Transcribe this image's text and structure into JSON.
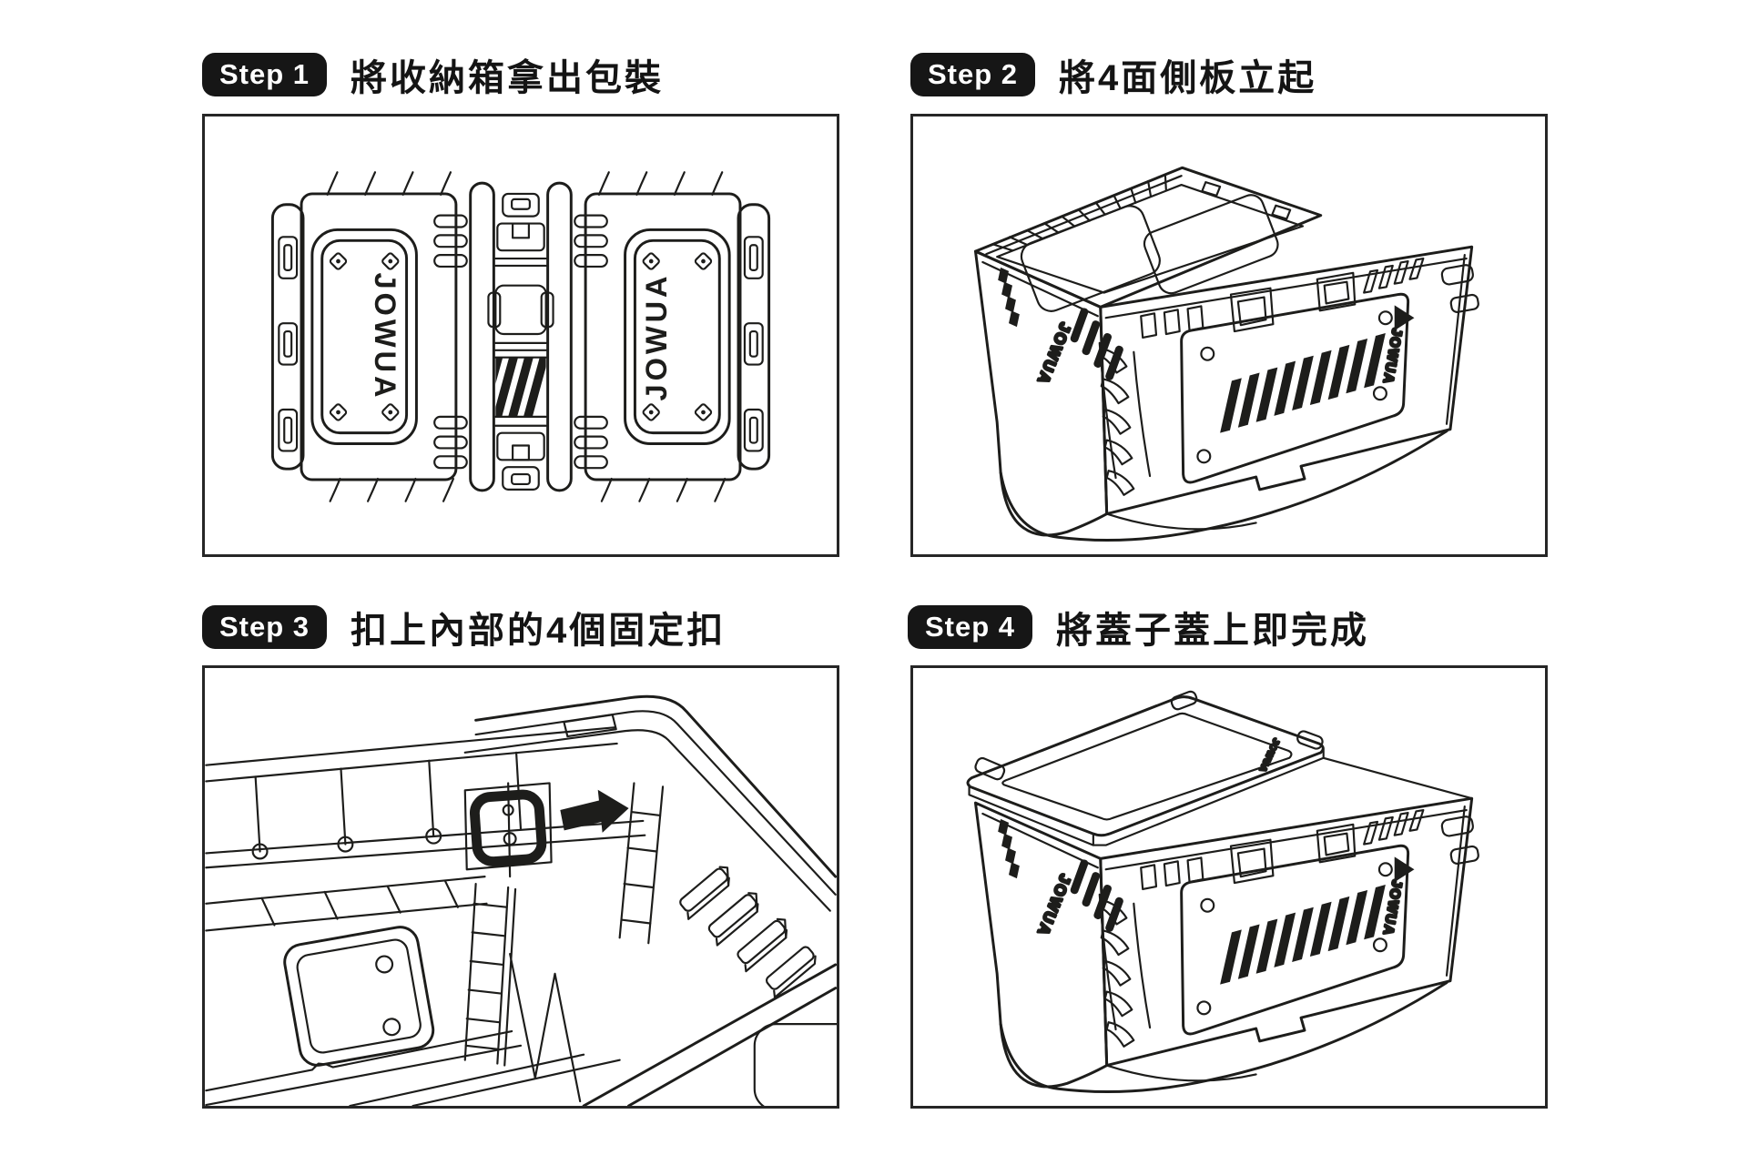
{
  "colors": {
    "background": "#ffffff",
    "ink": "#1d1d1b",
    "badge_background": "#161616",
    "badge_text": "#ffffff"
  },
  "brand": "JOWUA",
  "steps": [
    {
      "badge": "Step 1",
      "title": "將收納箱拿出包裝",
      "illustration": "folded-box-top-view"
    },
    {
      "badge": "Step 2",
      "title": "將4面側板立起",
      "illustration": "box-sides-raised-isometric"
    },
    {
      "badge": "Step 3",
      "title": "扣上內部的4個固定扣",
      "illustration": "internal-clip-closeup-with-arrow"
    },
    {
      "badge": "Step 4",
      "title": "將蓋子蓋上即完成",
      "illustration": "box-with-lid-isometric"
    }
  ],
  "icons": {
    "clip": "lock-clip-icon",
    "arrow": "right-arrow-icon",
    "triangle": "play-triangle-icon",
    "stripes": "hazard-stripes"
  }
}
